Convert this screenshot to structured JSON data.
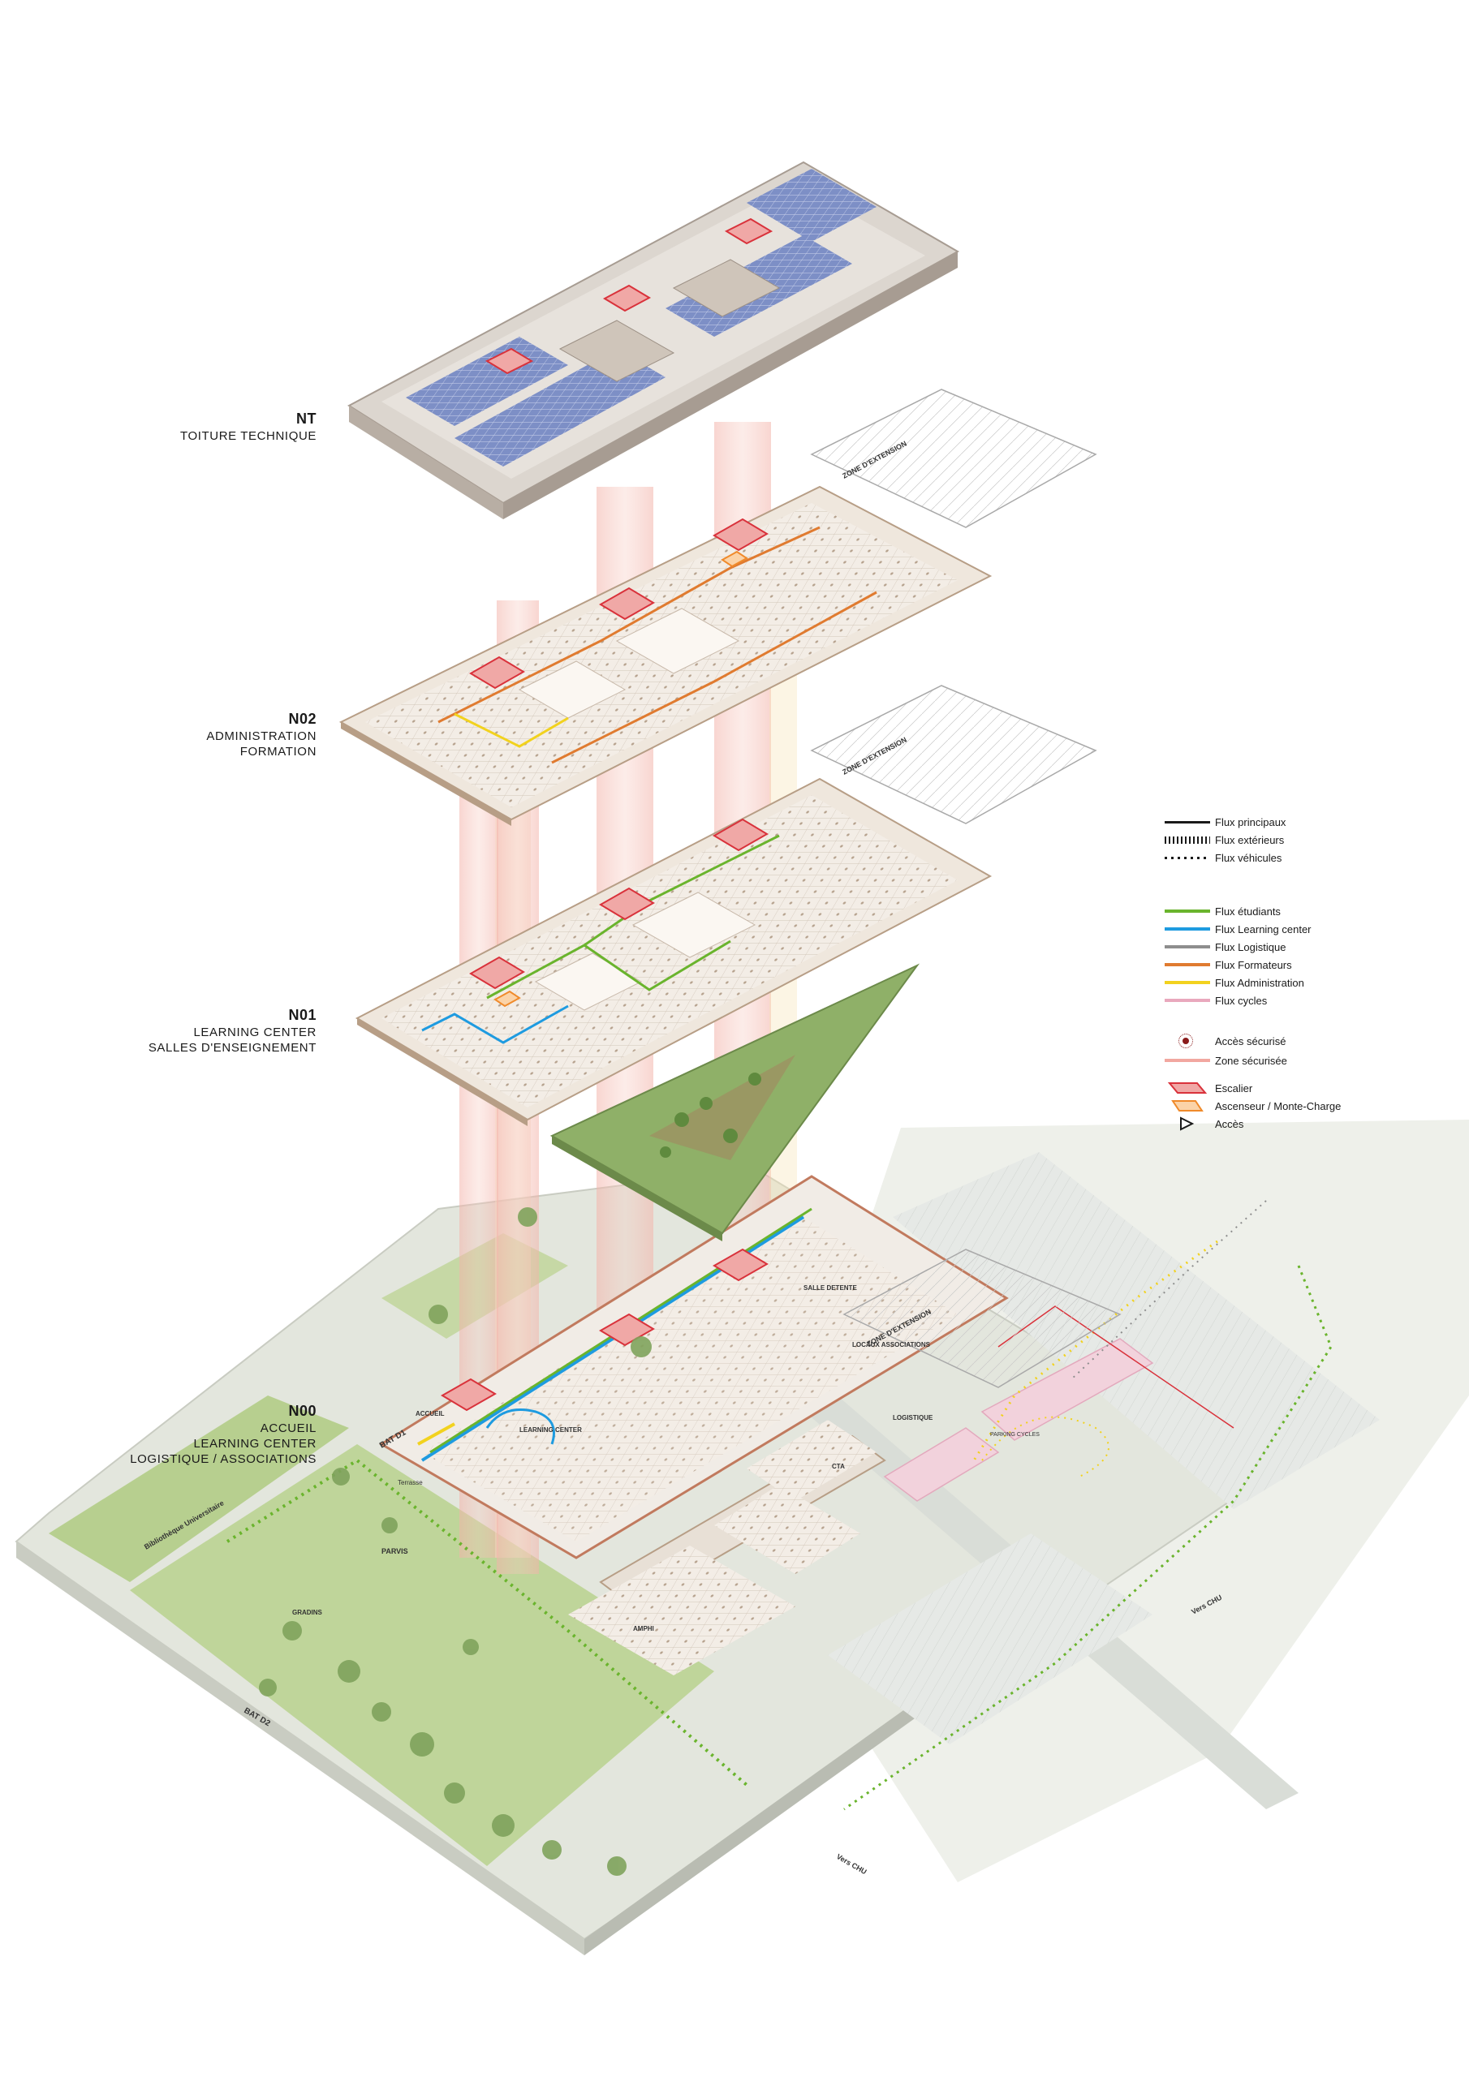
{
  "levels": [
    {
      "code": "NT",
      "lines": [
        "TOITURE TECHNIQUE"
      ]
    },
    {
      "code": "N02",
      "lines": [
        "ADMINISTRATION",
        "FORMATION"
      ]
    },
    {
      "code": "N01",
      "lines": [
        "LEARNING CENTER",
        "SALLES D'ENSEIGNEMENT"
      ]
    },
    {
      "code": "N00",
      "lines": [
        "ACCUEIL",
        "LEARNING CENTER",
        "LOGISTIQUE / ASSOCIATIONS"
      ]
    }
  ],
  "legend": {
    "flux_types": [
      {
        "label": "Flux principaux",
        "style": "solid"
      },
      {
        "label": "Flux extérieurs",
        "style": "hatched"
      },
      {
        "label": "Flux véhicules",
        "style": "dotted"
      }
    ],
    "flux_colors": [
      {
        "label": "Flux étudiants",
        "color": "#6ab42d"
      },
      {
        "label": "Flux Learning center",
        "color": "#1e9be0"
      },
      {
        "label": "Flux Logistique",
        "color": "#8e8e8e"
      },
      {
        "label": "Flux Formateurs",
        "color": "#e07b30"
      },
      {
        "label": "Flux Administration",
        "color": "#f2d21e"
      },
      {
        "label": "Flux cycles",
        "color": "#e9a8bd"
      }
    ],
    "security": [
      {
        "label": "Accès sécurisé",
        "color": "#8a1c1c"
      },
      {
        "label": "Zone sécurisée",
        "color": "#f2a7a0"
      }
    ],
    "vertical": [
      {
        "label": "Escalier",
        "color": "#d9323b"
      },
      {
        "label": "Ascenseur / Monte-Charge",
        "color": "#f08a2a"
      },
      {
        "label": "Accès",
        "color": "#1a1a1a"
      }
    ]
  },
  "map_labels": {
    "extension": "ZONE D'EXTENSION",
    "bat_d1": "BAT D1",
    "bat_d2": "BAT D2",
    "bibliotheque": "Bibliothèque Universitaire",
    "vers_chu_1": "Vers CHU",
    "vers_chu_2": "Vers CHU",
    "parvis": "PARVIS",
    "gradins": "GRADINS",
    "learning_center": "LEARNING CENTER",
    "accueil": "ACCUEIL",
    "amphi": "AMPHI",
    "salle_detente": "SALLE DETENTE",
    "terrasse": "Terrasse",
    "locaux_associations": "LOCAUX ASSOCIATIONS",
    "logistique": "LOGISTIQUE",
    "parking_cycles": "PARKING CYCLES",
    "cta": "CTA"
  },
  "colors": {
    "slab": "#efe7dd",
    "slab_edge": "#b79e86",
    "roof": "#dcd6cf",
    "solar": "#7d8fc6",
    "zone_secure": "#f2a7a0",
    "green_roof": "#8fb068",
    "site_ground": "#e9ece4"
  }
}
